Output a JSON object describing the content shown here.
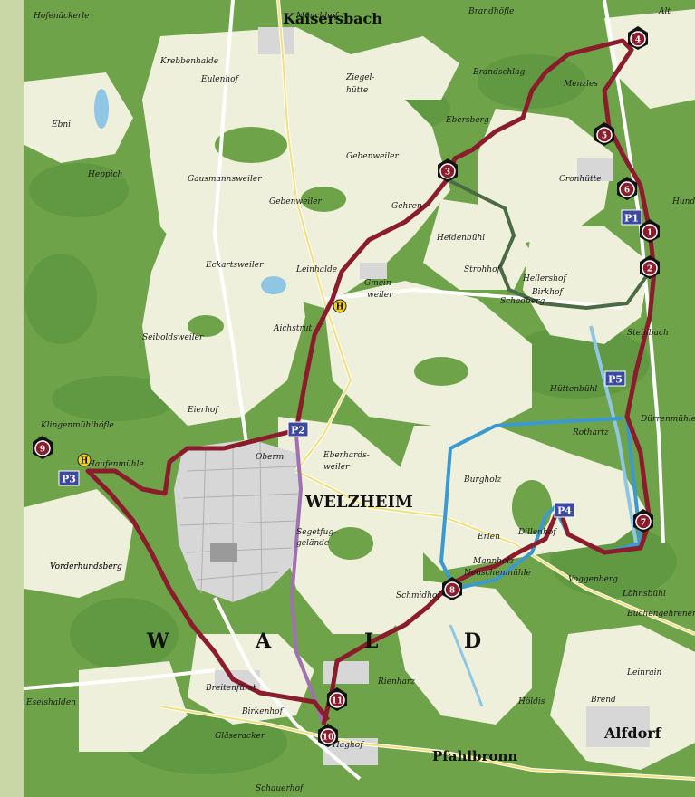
{
  "colors": {
    "forest": "#6fa34a",
    "forest_dark": "#4f8a35",
    "meadow": "#eef0dc",
    "settlement": "#d9d9d9",
    "route_main": "#8a1c2b",
    "route_blue": "#3a9ad0",
    "route_green": "#4b6b45",
    "route_purple": "#a070b0",
    "road": "#ffffff",
    "water": "#8ec6e4",
    "parking": "#3b4aa0",
    "band": "#c9d7a6"
  },
  "towns": [
    {
      "name": "Kaisersbach"
    },
    {
      "name": "WELZHEIM"
    },
    {
      "name": "Alfdorf"
    },
    {
      "name": "Pfahlbronn"
    }
  ],
  "places": [
    "Mönchhof",
    "Hofenäckerle",
    "Ebni",
    "Eulenhof",
    "Ziegel-",
    "hütte",
    "Ebersberg",
    "Brandschlag",
    "Menzles",
    "Cronhütte",
    "Hundsberg",
    "Gebenweiler",
    "Gehren",
    "Gausmannsweiler",
    "Gebenweiler",
    "Eckartsweiler",
    "Heidenbühl",
    "Strohhof",
    "Gmein-",
    "weiler",
    "Aichstrut",
    "Leinhalde",
    "Seiboldsweiler",
    "Hellershof",
    "Birkhof",
    "Schadberg",
    "Hüttenbühl",
    "Dürrenmühle",
    "Eierhof",
    "Eberhards-",
    "weiler",
    "Oberm",
    "Burgholz",
    "Segetfug-",
    "gelände",
    "Erlen",
    "Mannholz",
    "Dillenhof",
    "Voggenberg",
    "Vorderhundsberg",
    "Schmidhof",
    "Rienharz",
    "Breitenfürst",
    "Birkenhof",
    "Haghof",
    "Eselshalden",
    "Löhnsbühl",
    "Buchengehrener Sägm",
    "Brend",
    "Höldis",
    "Neuschenmühle",
    "Rothartz",
    "Vorderhundsberg",
    "Steinbach",
    "Gläseracker",
    "Heppich",
    "Brandhöfle",
    "Schauerhof",
    "Klingenmühlhöfle",
    "Haufenmühle",
    "Leinrain",
    "Alt",
    "Krebbenhalde"
  ],
  "area_labels": [
    "W",
    "A",
    "L",
    "D"
  ],
  "waypoints": [
    "1",
    "2",
    "3",
    "4",
    "5",
    "6",
    "7",
    "8",
    "9",
    "10",
    "11"
  ],
  "parking": [
    "P1",
    "P2",
    "P3",
    "P4",
    "P5"
  ],
  "hut": "H"
}
